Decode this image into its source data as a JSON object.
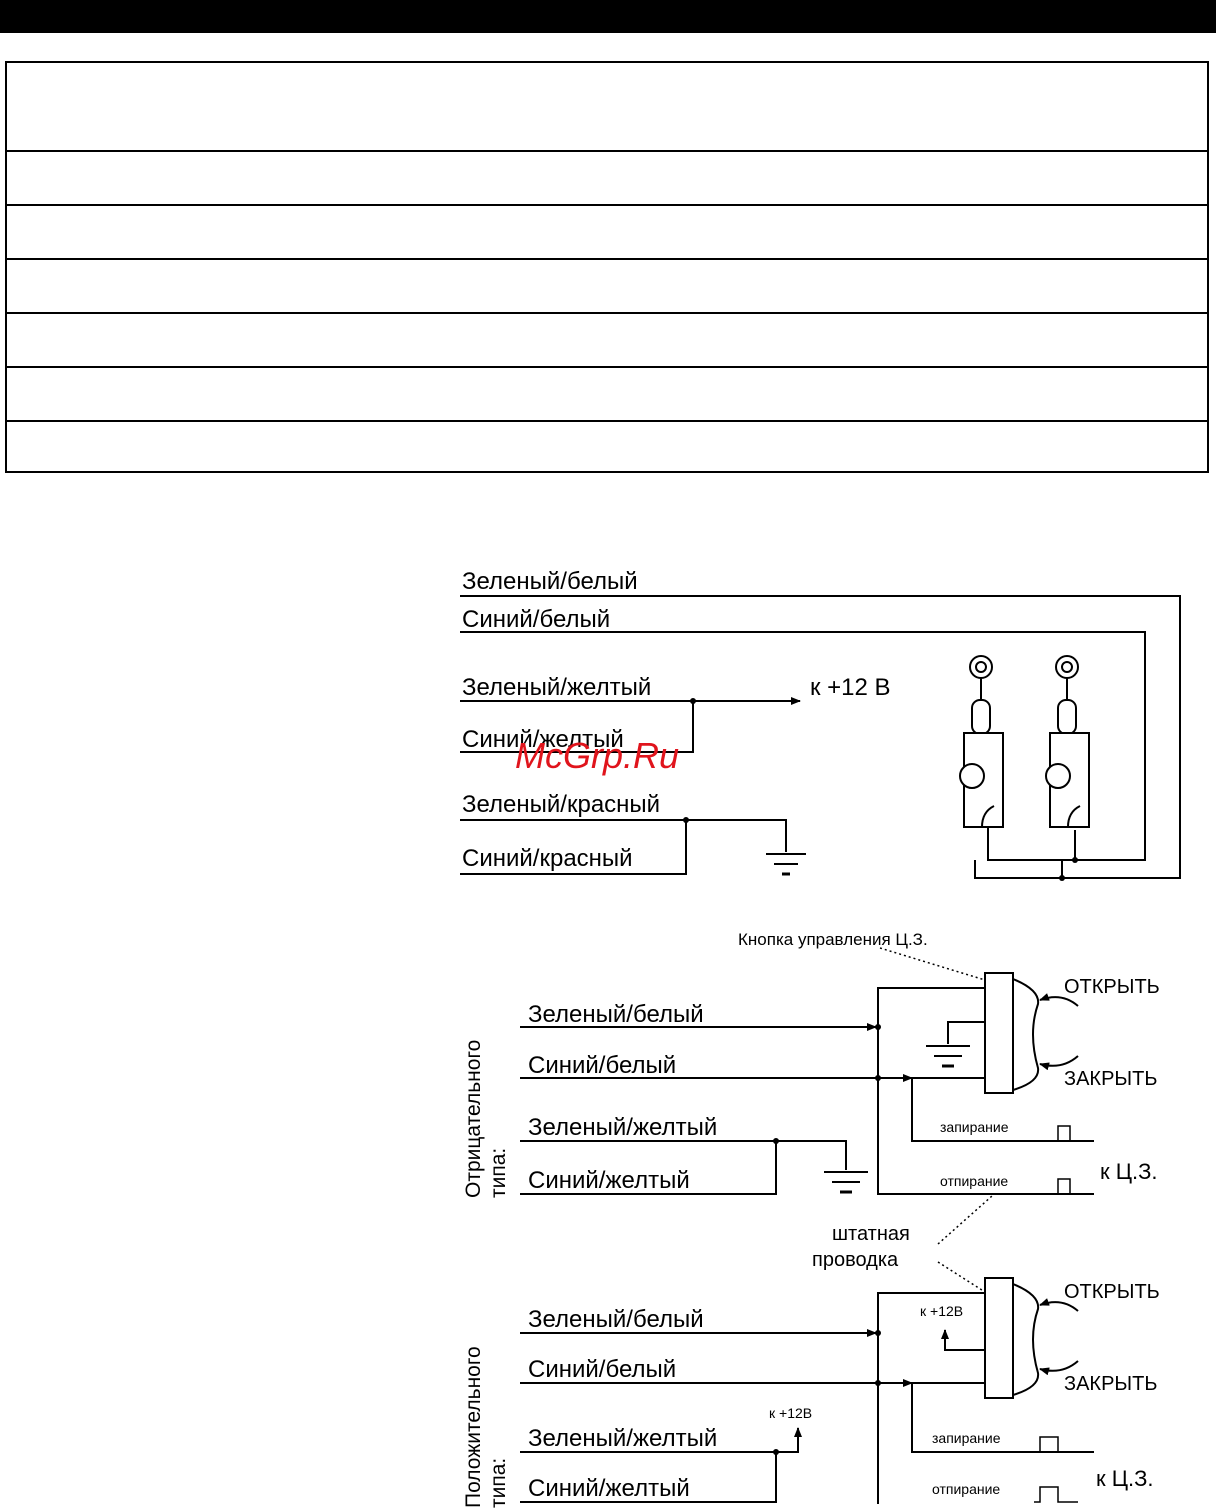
{
  "colors": {
    "header_bar": "#000000",
    "watermark": "#e0141c"
  },
  "table": {
    "rows": 7
  },
  "watermark": "McGrp.Ru",
  "top_diagram": {
    "wires": [
      "Зеленый/белый",
      "Синий/белый",
      "Зеленый/желтый",
      "Синий/желтый",
      "Зеленый/красный",
      "Синий/красный"
    ],
    "plus12": "к +12 В"
  },
  "negative": {
    "caption_line1": "Отрицательного",
    "caption_line2": "типа:",
    "button_title": "Кнопка управления Ц.З.",
    "open": "ОТКРЫТЬ",
    "close": "ЗАКРЫТЬ",
    "wires": [
      "Зеленый/белый",
      "Синий/белый",
      "Зеленый/желтый",
      "Синий/желтый"
    ],
    "lock": "запирание",
    "unlock": "отпирание",
    "to_cl": "к Ц.З."
  },
  "factory_wiring": [
    "штатная",
    "проводка"
  ],
  "positive": {
    "caption_line1": "Положительного",
    "caption_line2": "типа:",
    "plus12_button": "к +12В",
    "plus12_wire": "к +12В",
    "open": "ОТКРЫТЬ",
    "close": "ЗАКРЫТЬ",
    "wires": [
      "Зеленый/белый",
      "Синий/белый",
      "Зеленый/желтый",
      "Синий/желтый"
    ],
    "lock": "запирание",
    "unlock": "отпирание",
    "to_cl": "к Ц.З."
  }
}
